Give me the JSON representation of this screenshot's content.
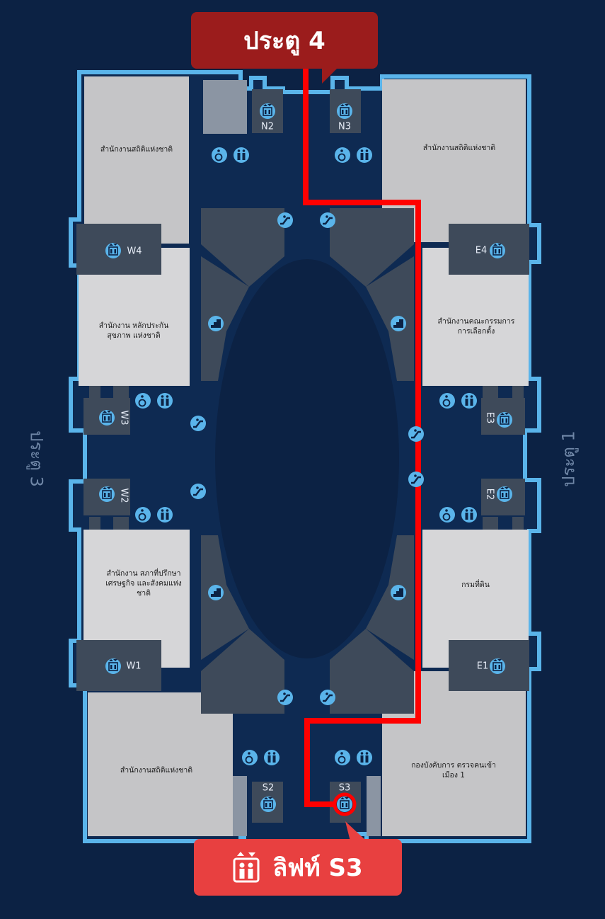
{
  "title_label": "ประตู 4",
  "highlight": {
    "label": "ลิฟท์ S3",
    "icon": "elevator-icon"
  },
  "side_labels": {
    "west": "ประตู 3",
    "east": "ประตู 1"
  },
  "rooms": {
    "nw": "สำนักงานสถิติแห่งชาติ",
    "ne": "สำนักงานสถิติแห่งชาติ",
    "w_upper": "สำนักงาน หลักประกันสุขภาพ แห่งชาติ",
    "e_upper": "สำนักงานคณะกรรมการ การเลือกตั้ง",
    "w_lower": "สำนักงาน สภาที่ปรึกษาเศรษฐกิจ และสังคมแห่งชาติ",
    "e_lower": "กรมที่ดิน",
    "sw": "สำนักงานสถิติแห่งชาติ",
    "se": "กองบังคับการ ตรวจคนเข้าเมือง 1"
  },
  "elevators": [
    "N2",
    "N3",
    "W4",
    "E4",
    "W3",
    "E3",
    "W2",
    "E2",
    "W1",
    "E1",
    "S2",
    "S3"
  ],
  "colors": {
    "background": "#0c2244",
    "outline": "#5ab4ea",
    "route": "#ff0000",
    "title_bg": "#9b1c1c",
    "highlight_bg": "#e84040",
    "room": "#c5c5c7",
    "dark_block": "#3e4a5a",
    "icon": "#5ab4ea"
  }
}
